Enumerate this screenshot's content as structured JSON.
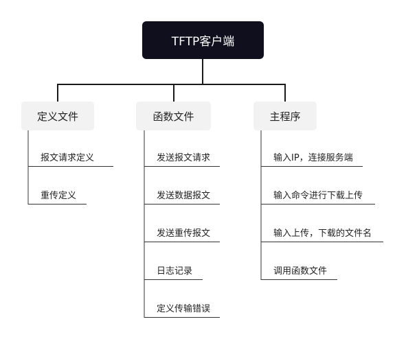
{
  "root": {
    "label": "TFTP客户端"
  },
  "categories": [
    {
      "label": "定义文件",
      "items": [
        "报文请求定义",
        "重传定义"
      ]
    },
    {
      "label": "函数文件",
      "items": [
        "发送报文请求",
        "发送数据报文",
        "发送重传报文",
        "日志记录",
        "定义传输错误"
      ]
    },
    {
      "label": "主程序",
      "items": [
        "输入IP，连接服务端",
        "输入命令进行下载上传",
        "输入上传，下载的文件名",
        "调用函数文件"
      ]
    }
  ],
  "colors": {
    "root_bg": "#0f0f1e",
    "category_bg": "#f2f2f2",
    "line": "#1a1a1a"
  }
}
